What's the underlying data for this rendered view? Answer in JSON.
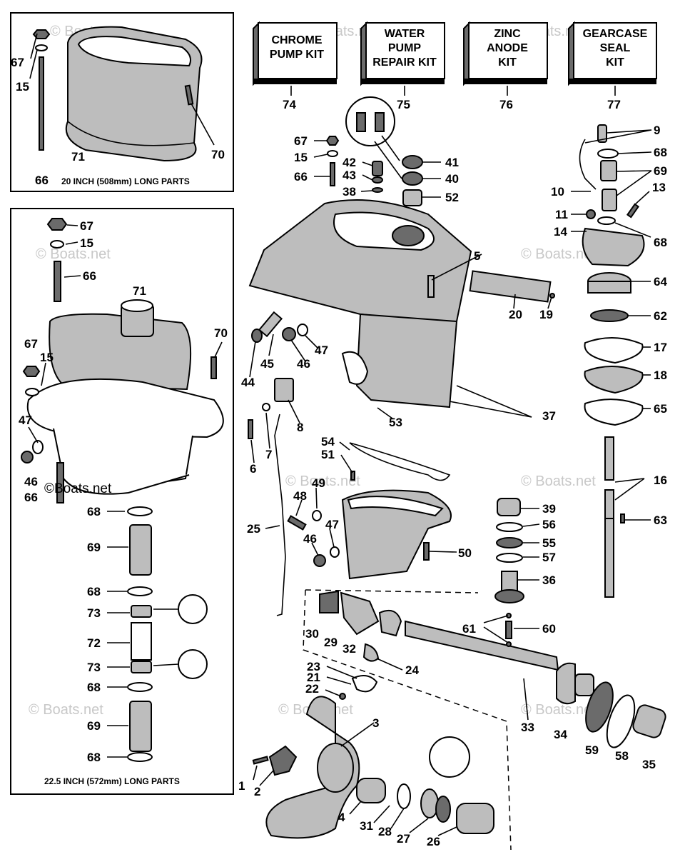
{
  "kits": [
    {
      "lines": [
        "CHROME",
        "PUMP KIT"
      ],
      "number": "74"
    },
    {
      "lines": [
        "WATER",
        "PUMP",
        "REPAIR KIT"
      ],
      "number": "75"
    },
    {
      "lines": [
        "ZINC",
        "ANODE",
        "KIT"
      ],
      "number": "76"
    },
    {
      "lines": [
        "GEARCASE",
        "SEAL",
        "KIT"
      ],
      "number": "77"
    }
  ],
  "captions": {
    "upper_box": "20 INCH (508mm) LONG PARTS",
    "lower_box": "22.5 INCH (572mm) LONG PARTS"
  },
  "watermark": "© Boats.net",
  "watermark_strong": "©Boats.net",
  "callouts": [
    {
      "id": "c67a",
      "text": "67"
    },
    {
      "id": "c15a",
      "text": "15"
    },
    {
      "id": "c71a",
      "text": "71"
    },
    {
      "id": "c70a",
      "text": "70"
    },
    {
      "id": "c66a",
      "text": "66"
    },
    {
      "id": "c67b",
      "text": "67"
    },
    {
      "id": "c15b",
      "text": "15"
    },
    {
      "id": "c66b",
      "text": "66"
    },
    {
      "id": "c71b",
      "text": "71"
    },
    {
      "id": "c70b",
      "text": "70"
    },
    {
      "id": "c67c",
      "text": "67"
    },
    {
      "id": "c15c",
      "text": "15"
    },
    {
      "id": "c47a",
      "text": "47"
    },
    {
      "id": "c46a",
      "text": "46"
    },
    {
      "id": "c66c",
      "text": "66"
    },
    {
      "id": "c68a",
      "text": "68"
    },
    {
      "id": "c69a",
      "text": "69"
    },
    {
      "id": "c68b",
      "text": "68"
    },
    {
      "id": "c73a",
      "text": "73"
    },
    {
      "id": "c72",
      "text": "72"
    },
    {
      "id": "c73b",
      "text": "73"
    },
    {
      "id": "c68c",
      "text": "68"
    },
    {
      "id": "c69b",
      "text": "69"
    },
    {
      "id": "c68d",
      "text": "68"
    },
    {
      "id": "c67d",
      "text": "67"
    },
    {
      "id": "c15d",
      "text": "15"
    },
    {
      "id": "c66d",
      "text": "66"
    },
    {
      "id": "c42",
      "text": "42"
    },
    {
      "id": "c43",
      "text": "43"
    },
    {
      "id": "c38",
      "text": "38"
    },
    {
      "id": "c41",
      "text": "41"
    },
    {
      "id": "c40",
      "text": "40"
    },
    {
      "id": "c52",
      "text": "52"
    },
    {
      "id": "c9",
      "text": "9"
    },
    {
      "id": "c68e",
      "text": "68"
    },
    {
      "id": "c69c",
      "text": "69"
    },
    {
      "id": "c10",
      "text": "10"
    },
    {
      "id": "c13",
      "text": "13"
    },
    {
      "id": "c11",
      "text": "11"
    },
    {
      "id": "c14",
      "text": "14"
    },
    {
      "id": "c68f",
      "text": "68"
    },
    {
      "id": "c64",
      "text": "64"
    },
    {
      "id": "c62",
      "text": "62"
    },
    {
      "id": "c17",
      "text": "17"
    },
    {
      "id": "c18",
      "text": "18"
    },
    {
      "id": "c65",
      "text": "65"
    },
    {
      "id": "c16",
      "text": "16"
    },
    {
      "id": "c63",
      "text": "63"
    },
    {
      "id": "c5",
      "text": "5"
    },
    {
      "id": "c20",
      "text": "20"
    },
    {
      "id": "c19",
      "text": "19"
    },
    {
      "id": "c47b",
      "text": "47"
    },
    {
      "id": "c46b",
      "text": "46"
    },
    {
      "id": "c45",
      "text": "45"
    },
    {
      "id": "c44",
      "text": "44"
    },
    {
      "id": "c8",
      "text": "8"
    },
    {
      "id": "c53",
      "text": "53"
    },
    {
      "id": "c37",
      "text": "37"
    },
    {
      "id": "c7",
      "text": "7"
    },
    {
      "id": "c6",
      "text": "6"
    },
    {
      "id": "c54",
      "text": "54"
    },
    {
      "id": "c51",
      "text": "51"
    },
    {
      "id": "c49",
      "text": "49"
    },
    {
      "id": "c48",
      "text": "48"
    },
    {
      "id": "c25",
      "text": "25"
    },
    {
      "id": "c47c",
      "text": "47"
    },
    {
      "id": "c46c",
      "text": "46"
    },
    {
      "id": "c50",
      "text": "50"
    },
    {
      "id": "c39",
      "text": "39"
    },
    {
      "id": "c56",
      "text": "56"
    },
    {
      "id": "c55",
      "text": "55"
    },
    {
      "id": "c57",
      "text": "57"
    },
    {
      "id": "c36",
      "text": "36"
    },
    {
      "id": "c30",
      "text": "30"
    },
    {
      "id": "c29",
      "text": "29"
    },
    {
      "id": "c32",
      "text": "32"
    },
    {
      "id": "c61",
      "text": "61"
    },
    {
      "id": "c60",
      "text": "60"
    },
    {
      "id": "c24",
      "text": "24"
    },
    {
      "id": "c23",
      "text": "23"
    },
    {
      "id": "c21",
      "text": "21"
    },
    {
      "id": "c22",
      "text": "22"
    },
    {
      "id": "c33",
      "text": "33"
    },
    {
      "id": "c34",
      "text": "34"
    },
    {
      "id": "c59",
      "text": "59"
    },
    {
      "id": "c58",
      "text": "58"
    },
    {
      "id": "c35",
      "text": "35"
    },
    {
      "id": "c3",
      "text": "3"
    },
    {
      "id": "c1",
      "text": "1"
    },
    {
      "id": "c2",
      "text": "2"
    },
    {
      "id": "c4",
      "text": "4"
    },
    {
      "id": "c31",
      "text": "31"
    },
    {
      "id": "c28",
      "text": "28"
    },
    {
      "id": "c27",
      "text": "27"
    },
    {
      "id": "c26",
      "text": "26"
    }
  ]
}
